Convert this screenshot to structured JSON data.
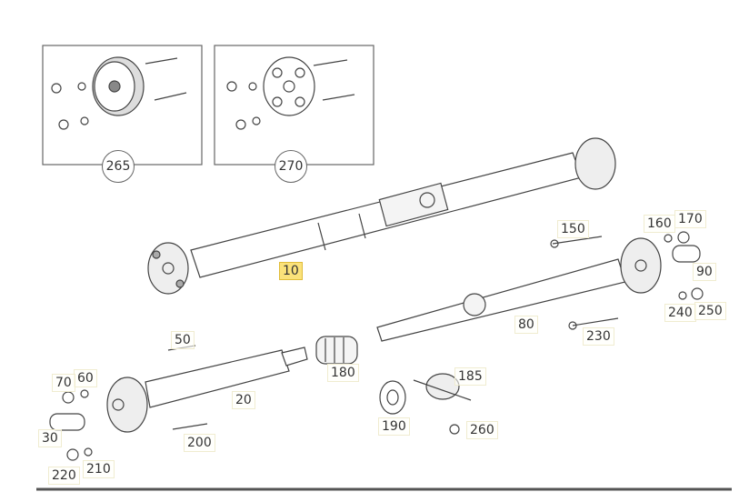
{
  "diagram": {
    "kit_labels": [
      "265",
      "270"
    ],
    "part_labels": {
      "p10": "10",
      "p20": "20",
      "p30": "30",
      "p50": "50",
      "p60": "60",
      "p70": "70",
      "p80": "80",
      "p90": "90",
      "p150": "150",
      "p160": "160",
      "p170": "170",
      "p180": "180",
      "p185": "185",
      "p190": "190",
      "p200": "200",
      "p210": "210",
      "p220": "220",
      "p230": "230",
      "p240": "240",
      "p250": "250",
      "p260": "260"
    },
    "highlighted_part": "10",
    "highlight_color": "#fbe27a"
  }
}
